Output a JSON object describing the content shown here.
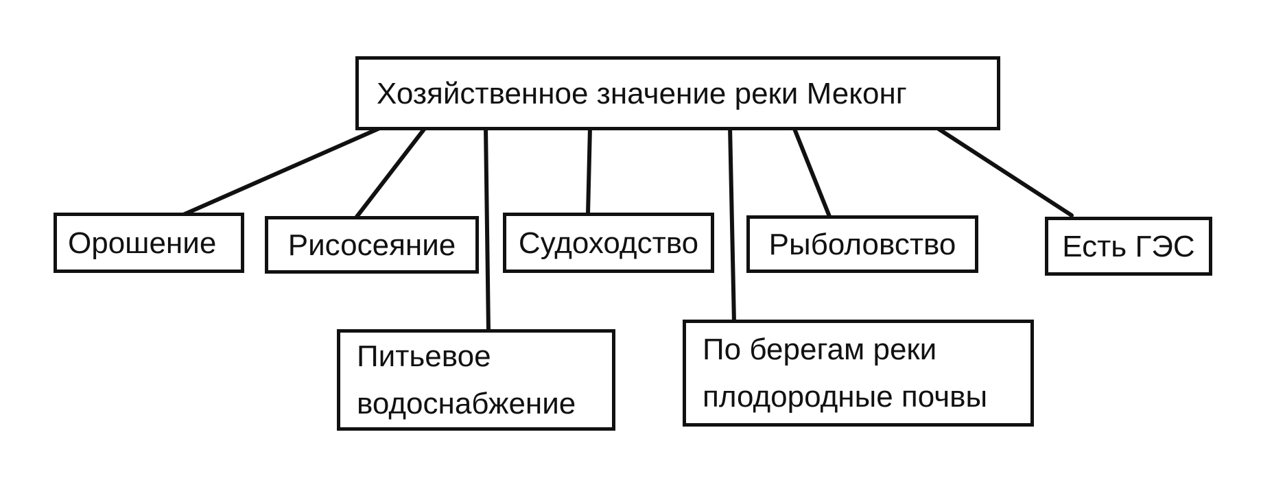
{
  "title": "Хозяйственное значение реки Меконг",
  "items": [
    {
      "label": "Орошение"
    },
    {
      "label": "Рисосеяние"
    },
    {
      "label": "Судоходство"
    },
    {
      "label": "Рыболовство"
    },
    {
      "label": "Есть ГЭС"
    }
  ],
  "lower_items": [
    {
      "line1": "Питьевое",
      "line2": "водоснабжение"
    },
    {
      "line1": "По берегам реки",
      "line2": "плодородные почвы"
    }
  ]
}
